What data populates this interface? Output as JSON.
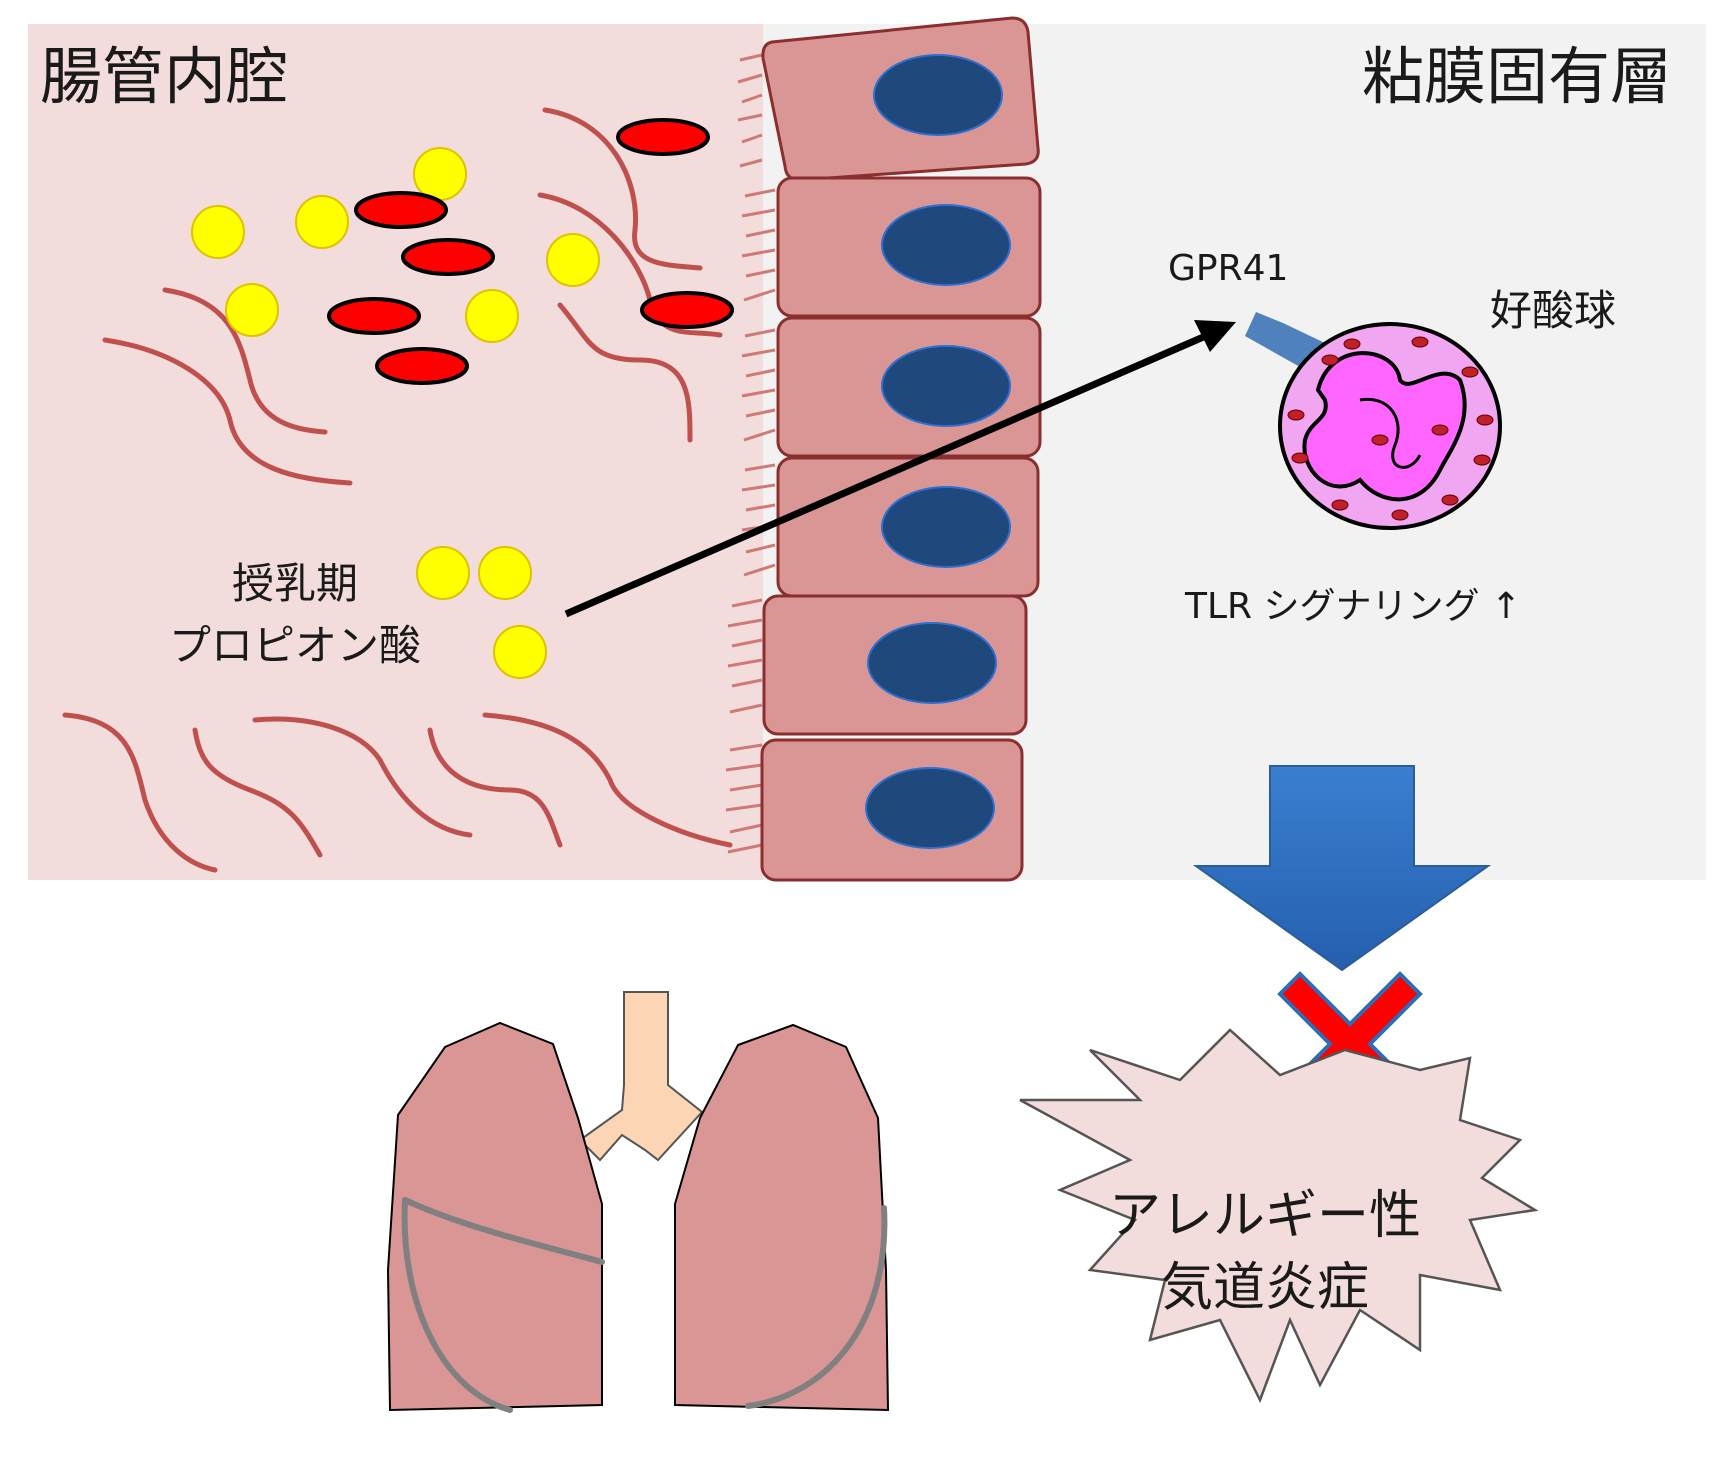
{
  "regions": {
    "lumen_title": "腸管内腔",
    "lamina_propria_title": "粘膜固有層"
  },
  "labels": {
    "lactation_line1": "授乳期",
    "lactation_line2": "プロピオン酸",
    "receptor": "GPR41",
    "cell_type": "好酸球",
    "signaling": "TLR シグナリング ↑",
    "outcome_line1": "アレルギー性",
    "outcome_line2": "気道炎症"
  },
  "icons": {
    "epithelium": "epithelial-cell-icon",
    "eosinophil": "eosinophil-cell-icon",
    "lungs": "lungs-icon",
    "inhibit": "red-x-icon",
    "flow": "blue-down-arrow-icon"
  },
  "colors": {
    "lumen_bg": "#f2dcdc",
    "lamina_bg": "#f2f2f2",
    "cell_fill": "#d99694",
    "nucleus_fill": "#1f497d",
    "bacteria_stroke": "#c0504d",
    "propionate_fill": "#ffff00",
    "red_bacteria_fill": "#ff0000",
    "eosinophil_fill": "#ff66ff",
    "receptor_fill": "#4f81bd",
    "lung_fill": "#d99694",
    "trachea_fill": "#fcd5b5",
    "burst_fill": "#f2dcdc",
    "x_fill": "#ff0000",
    "arrow_fill": "#2e6fc4"
  }
}
